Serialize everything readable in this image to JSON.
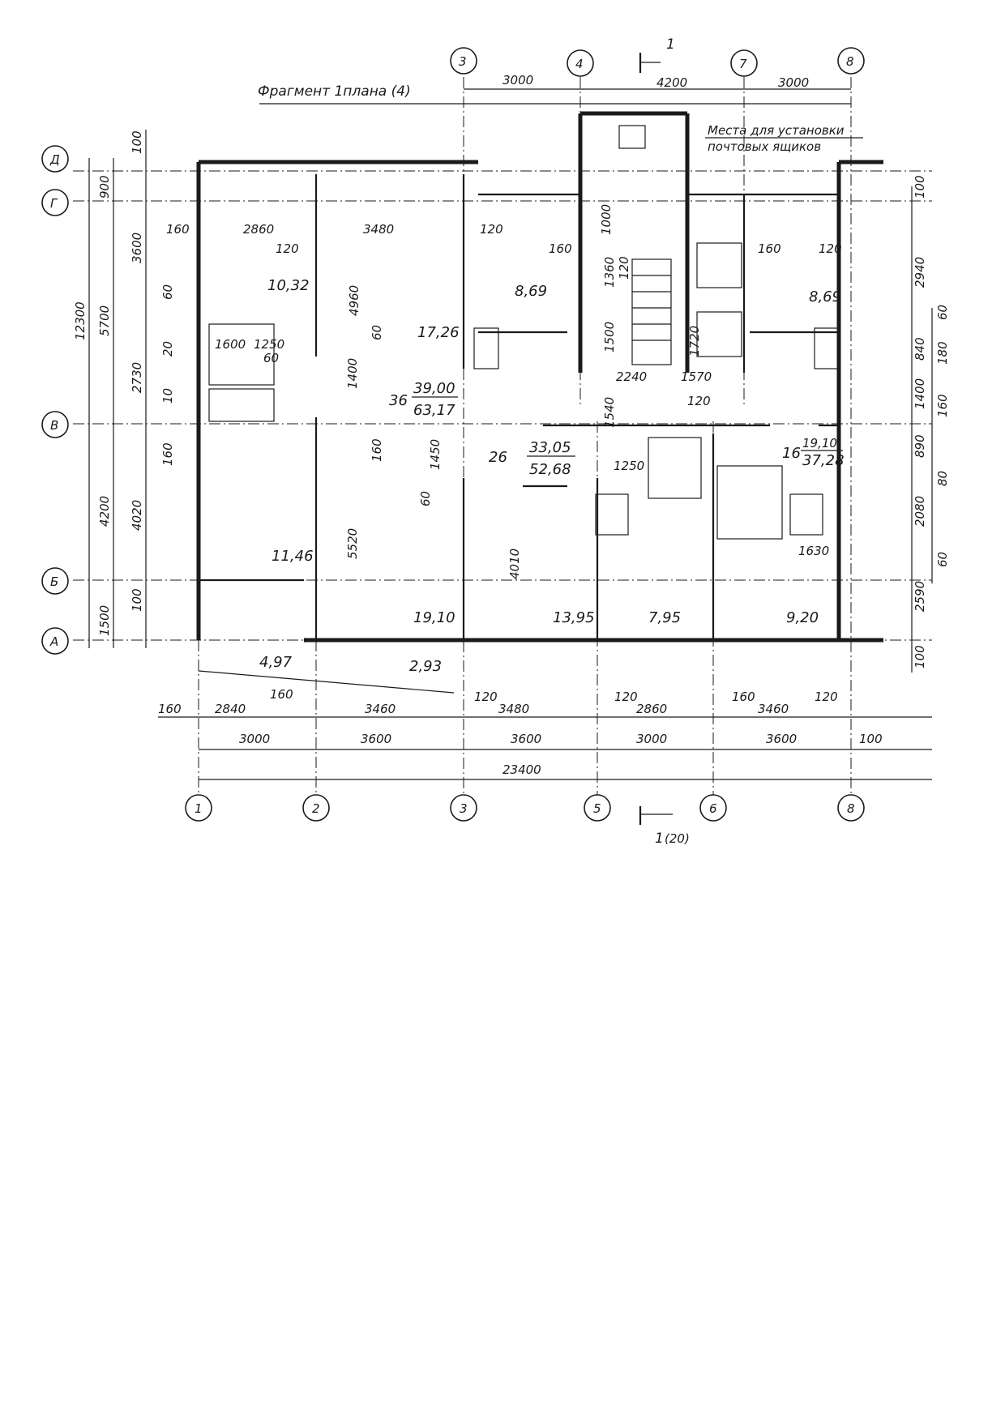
{
  "title": "Фрагмент 1плана (4)",
  "annotation": [
    "Места для установки",
    "почтовых ящиков"
  ],
  "section_marks": {
    "top": "1",
    "bottom": "1",
    "bottom_ref": "(20)"
  },
  "axes_top": [
    "3",
    "4",
    "7",
    "8"
  ],
  "axes_bottom": [
    "1",
    "2",
    "3",
    "5",
    "6",
    "8"
  ],
  "axes_left": [
    "Д",
    "Г",
    "В",
    "Б",
    "А"
  ],
  "dims_top": [
    "3000",
    "4200",
    "3000"
  ],
  "dims_left_outer": [
    "12300"
  ],
  "dims_left_mid": [
    "900",
    "5700",
    "4200",
    "1500"
  ],
  "dims_left_inner": [
    "100",
    "3600",
    "2730",
    "4020",
    "100",
    "60",
    "20",
    "10",
    "160"
  ],
  "dims_right": [
    "100",
    "2940",
    "60",
    "840",
    "180",
    "1400",
    "160",
    "890",
    "80",
    "2080",
    "2590",
    "60",
    "100"
  ],
  "dims_bottom_1": [
    "160",
    "2840",
    "160",
    "3460",
    "120",
    "3480",
    "120",
    "2860",
    "160",
    "3460",
    "120"
  ],
  "dims_bottom_2": [
    "3000",
    "3600",
    "3600",
    "3000",
    "3600",
    "100"
  ],
  "dims_bottom_total": "23400",
  "dims_interior": [
    "160",
    "2860",
    "3480",
    "120",
    "120",
    "4960",
    "5520",
    "1600",
    "1250",
    "60",
    "1400",
    "60",
    "160",
    "1450",
    "60",
    "1000",
    "1360",
    "120",
    "1500",
    "160",
    "2240",
    "1570",
    "120",
    "1540",
    "1720",
    "160",
    "120",
    "4010",
    "1250",
    "1630"
  ],
  "areas": [
    "10,32",
    "17,26",
    "8,69",
    "8,69",
    "11,46",
    "19,10",
    "13,95",
    "7,95",
    "9,20",
    "4,97",
    "2,93"
  ],
  "apartments": [
    {
      "count": "36",
      "living": "39,00",
      "total": "63,17"
    },
    {
      "count": "26",
      "living": "33,05",
      "total": "52,68"
    },
    {
      "count": "16",
      "living": "19,10",
      "total": "37,28"
    }
  ]
}
